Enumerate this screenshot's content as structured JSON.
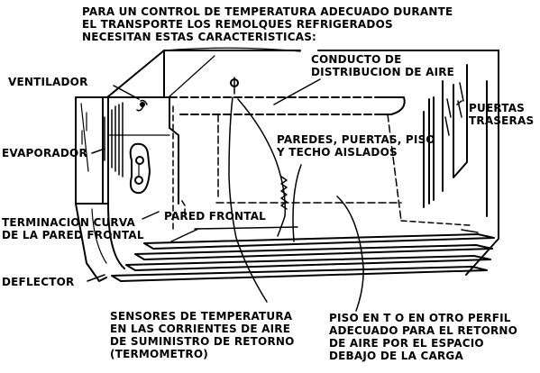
{
  "header": {
    "lines": [
      "PARA UN CONTROL DE TEMPERATURA ADECUADO DURANTE",
      "EL TRANSPORTE LOS REMOLQUES REFRIGERADOS",
      "NECESITAN ESTAS CARACTERISTICAS:"
    ]
  },
  "labels": {
    "ventilador": "VENTILADOR",
    "evaporador": "EVAPORADOR",
    "terminacion": [
      "TERMINACION CURVA",
      "DE LA PARED FRONTAL"
    ],
    "deflector": "DEFLECTOR",
    "pared_frontal": "PARED FRONTAL",
    "conducto": [
      "CONDUCTO DE",
      "DISTRIBUCION DE AIRE"
    ],
    "puertas_traseras": [
      "PUERTAS",
      "TRASERAS"
    ],
    "paredes": [
      "PAREDES, PUERTAS, PISO",
      "Y TECHO AISLADOS"
    ],
    "sensores": [
      "SENSORES DE TEMPERATURA",
      "EN LAS CORRIENTES DE AIRE",
      "DE SUMINISTRO DE  RETORNO",
      "(TERMOMETRO)"
    ],
    "piso": [
      "PISO EN T O EN OTRO PERFIL",
      "ADECUADO PARA EL RETORNO",
      "DE AIRE POR EL ESPACIO",
      "DEBAJO DE LA CARGA"
    ]
  },
  "colors": {
    "ink": "#000000",
    "paper": "#ffffff"
  }
}
